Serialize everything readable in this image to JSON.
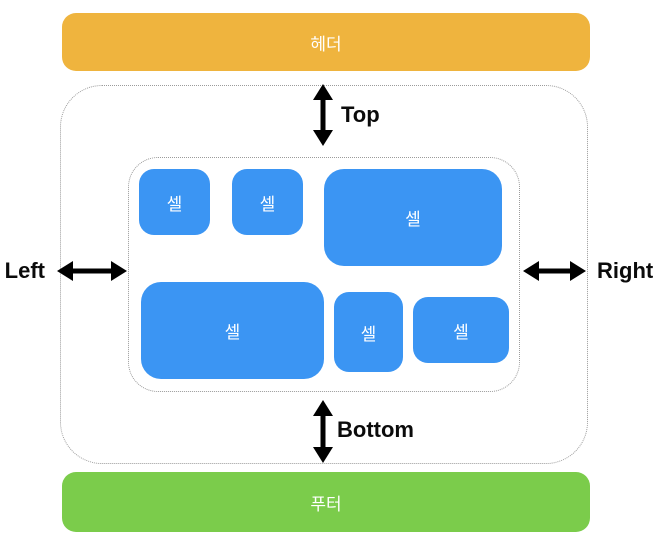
{
  "diagram": {
    "header": {
      "label": "헤더"
    },
    "footer": {
      "label": "푸터"
    },
    "inset_labels": {
      "top": "Top",
      "bottom": "Bottom",
      "left": "Left",
      "right": "Right"
    },
    "cells": [
      {
        "label": "셀"
      },
      {
        "label": "셀"
      },
      {
        "label": "셀"
      },
      {
        "label": "셀"
      },
      {
        "label": "셀"
      },
      {
        "label": "셀"
      }
    ],
    "colors": {
      "header_background": "#EFB43E",
      "footer_background": "#7BCC4B",
      "cell_background": "#3B95F3",
      "arrow": "#000000",
      "dotted_border": "#9b9b9b",
      "bar_text": "#ffffff",
      "label_text": "#0b0b0b"
    }
  }
}
